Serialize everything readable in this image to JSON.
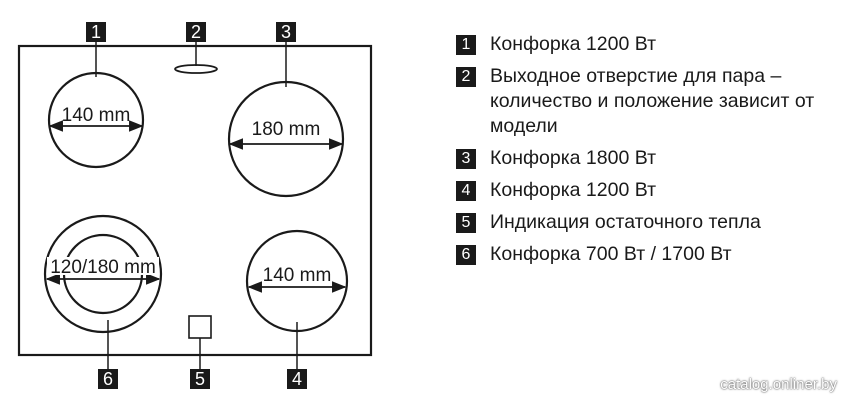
{
  "zones": [
    {
      "number": "1",
      "diameter": "140 mm"
    },
    {
      "number": "2"
    },
    {
      "number": "3",
      "diameter": "180 mm"
    },
    {
      "number": "4",
      "diameter": "140 mm"
    },
    {
      "number": "5"
    },
    {
      "number": "6",
      "diameter": "120/180 mm"
    }
  ],
  "legend": [
    {
      "number": "1",
      "text": "Конфорка 1200 Вт"
    },
    {
      "number": "2",
      "text": "Выходное отверстие для пара – количество и положение зависит от модели"
    },
    {
      "number": "3",
      "text": "Конфорка 1800 Вт"
    },
    {
      "number": "4",
      "text": "Конфорка 1200 Вт"
    },
    {
      "number": "5",
      "text": "Индикация остаточного тепла"
    },
    {
      "number": "6",
      "text": "Конфорка 700 Вт / 1700 Вт"
    }
  ],
  "watermark": "catalog.onliner.by"
}
